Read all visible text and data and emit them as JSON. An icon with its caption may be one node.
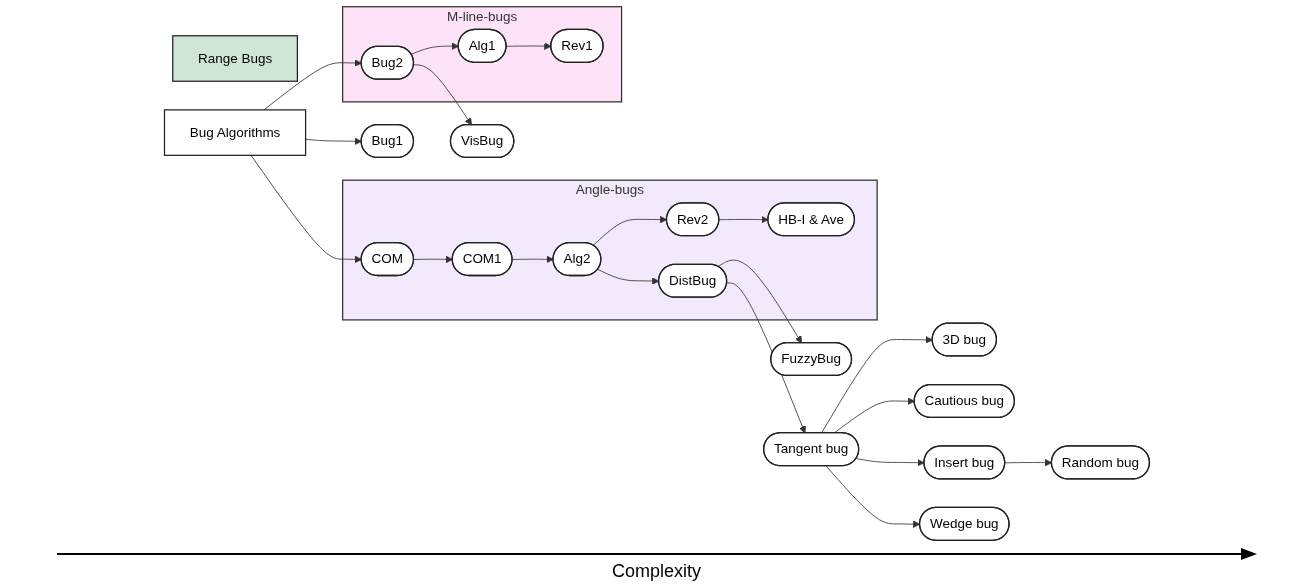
{
  "diagram": {
    "nodes": [
      {
        "text": [
          "Bug Algorithms"
        ]
      },
      {
        "text": [
          "Angle-bugs"
        ]
      },
      {
        "text": [
          "COM1"
        ],
        "in": 1
      },
      {
        "text": [
          "DistBug"
        ],
        "in": 1
      },
      {
        "text": [
          "COM"
        ],
        "in": 1
      },
      {
        "text": [
          "Alg2"
        ],
        "in": 1
      },
      {
        "text": [
          "HB-I & Ave"
        ],
        "in": 1
      },
      {
        "text": [
          "Rev2"
        ],
        "in": 1
      },
      {
        "text": [
          "Tangent bug"
        ]
      },
      {
        "text": [
          "3D bug"
        ]
      },
      {
        "text": [
          "Cautious bug"
        ]
      },
      {
        "text": [
          "Insert bug"
        ]
      },
      {
        "text": [
          "Wedge bug"
        ]
      },
      {
        "text": [
          "FuzzyBug"
        ]
      },
      {
        "text": [
          "Random bug"
        ]
      },
      {
        "text": [
          "Bug1"
        ]
      },
      {
        "text": [
          "M-line-bugs"
        ]
      },
      {
        "text": [
          "Alg1"
        ],
        "in": 16
      },
      {
        "text": [
          "Rev1"
        ],
        "in": 16
      },
      {
        "text": [
          "Bug2"
        ],
        "in": 16
      },
      {
        "text": [
          "VisBug"
        ]
      },
      {
        "text": [
          "Range Bugs"
        ]
      }
    ],
    "edges": [
      {
        "from": 0,
        "to": 4,
        "arrow": "to"
      },
      {
        "from": 0,
        "to": 15,
        "arrow": "to"
      },
      {
        "from": 0,
        "to": 19,
        "arrow": "to"
      },
      {
        "from": 4,
        "to": 2,
        "arrow": "to"
      },
      {
        "from": 2,
        "to": 5,
        "arrow": "to"
      },
      {
        "from": 5,
        "to": 3,
        "arrow": "to"
      },
      {
        "from": 5,
        "to": 7,
        "arrow": "to"
      },
      {
        "from": 7,
        "to": 6,
        "arrow": "to"
      },
      {
        "from": 3,
        "to": 8,
        "arrow": "to"
      },
      {
        "from": 3,
        "to": 13,
        "arrow": "to"
      },
      {
        "from": 8,
        "to": 9,
        "arrow": "to"
      },
      {
        "from": 8,
        "to": 10,
        "arrow": "to"
      },
      {
        "from": 8,
        "to": 12,
        "arrow": "to"
      },
      {
        "from": 8,
        "to": 11,
        "arrow": "to"
      },
      {
        "from": 11,
        "to": 14,
        "arrow": "to"
      },
      {
        "from": 19,
        "to": 17,
        "arrow": "to"
      },
      {
        "from": 17,
        "to": 18,
        "arrow": "to"
      },
      {
        "from": 19,
        "to": 20,
        "arrow": "to"
      }
    ],
    "labels": [
      "Complexity"
    ]
  }
}
